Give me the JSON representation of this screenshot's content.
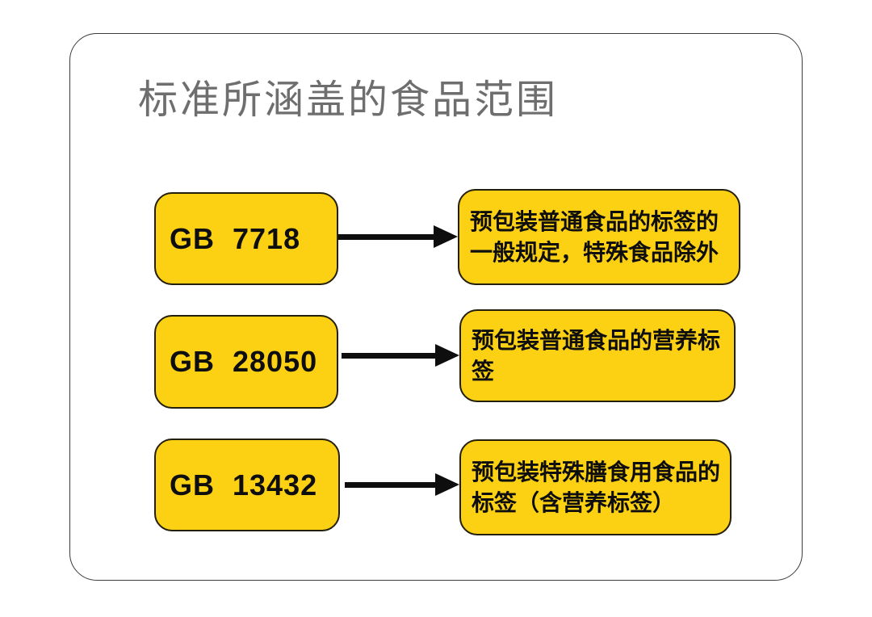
{
  "slide": {
    "title": "标准所涵盖的食品范围"
  },
  "diagram": {
    "rows": [
      {
        "code": "GB  7718",
        "description": "预包装普通食品的标签的\n一般规定，特殊食品除外"
      },
      {
        "code": "GB  28050",
        "description": "预包装普通食品的营养标签"
      },
      {
        "code": "GB  13432",
        "description": "预包装特殊膳食用食品的\n标签（含营养标签）"
      }
    ]
  },
  "colors": {
    "box_fill": "#FCD013",
    "box_border": "#231F0A",
    "title_text": "#6E6E6E",
    "body_text": "#0E0E0E",
    "frame_border": "#3A3A3A",
    "background": "#FFFFFF"
  }
}
